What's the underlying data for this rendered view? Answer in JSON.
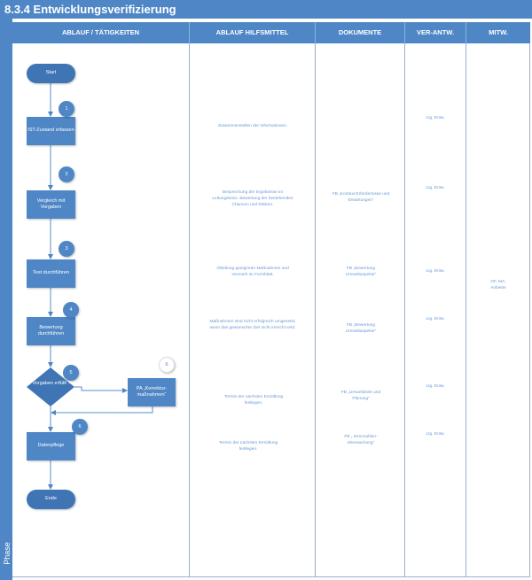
{
  "title": "8.3.4 Entwicklungsverifizierung",
  "phase_label": "Phase",
  "headers": [
    "ABLAUF / TÄTIGKEITEN",
    "ABLAUF HILFSMITTEL",
    "DOKUMENTE",
    "VER-ANTW.",
    "MITW."
  ],
  "flow": {
    "start": "Start",
    "end": "Ende",
    "steps": [
      {
        "number": "1",
        "label": "IST-Zustand erfassen"
      },
      {
        "number": "2",
        "label": "Vergleich mit Vorgaben"
      },
      {
        "number": "3",
        "label": "Test durchführen"
      },
      {
        "number": "4",
        "label": "Bewertung durchführen"
      },
      {
        "number": "5",
        "label": "Vorgaben erfüllt ?"
      },
      {
        "number": "6",
        "label": "PA „Korrektur-maßnahmen“"
      },
      {
        "number": "6",
        "label": "Datenpflege"
      }
    ]
  },
  "hilfsmittel": [
    "Zusammenstellen der Informationen.",
    "Besprechung der Ergebnisse im Leitungskreis. Bewertung der bestehenden Chancen und Risiken.",
    "Ableitung geeigneter Maßnahmen und Vermerk im Formblatt.",
    "Maßnahmen sind nicht erfolgreich umgesetzt, wenn das gewünschte Ziel nicht erreicht wird.",
    "Termin der nächsten Ermittlung festlegen.",
    "Termin der nächsten Ermittlung festlegen."
  ],
  "dokumente": [
    "FB „Kontext Erfordernisse und Erwartungen“",
    "FB „Bewertung Umweltaspekte“",
    "FB „Bewertung Umweltaspekte“",
    "FB „Umweltziele und Planung“",
    "FB „ Kennzahlen-überwachung“"
  ],
  "verantw": [
    "Ltg. Entw.",
    "Ltg. Entw.",
    "Ltg. Entw.",
    "Ltg. Entw.",
    "Ltg. Entw.",
    "Ltg. Entw."
  ],
  "mitw": [
    "GF, MA, Anbieter"
  ],
  "colors": {
    "header_blue": "#4f86c6",
    "shape_blue": "#4f86c6",
    "text_blue": "#6a9ad6"
  }
}
